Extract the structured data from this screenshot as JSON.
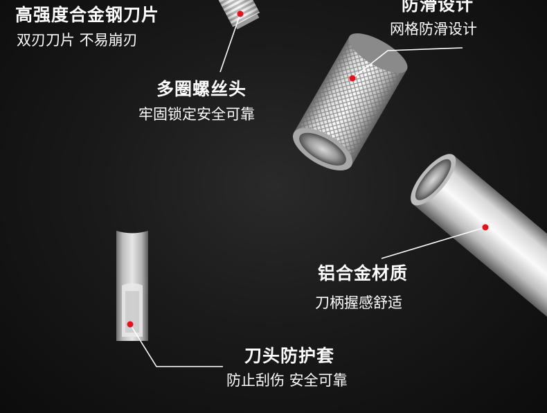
{
  "theme": {
    "background": "#1b1b1b",
    "text": "#ffffff",
    "dot": "#e8101a",
    "leader": "#ffffff"
  },
  "features": {
    "blade": {
      "title": "高强度合金钢刀片",
      "subtitle": "双刃刀片 不易崩刃"
    },
    "grip": {
      "title": "防滑设计",
      "subtitle": "网格防滑设计"
    },
    "thread": {
      "title": "多圈螺丝头",
      "subtitle": "牢固锁定安全可靠"
    },
    "handle": {
      "title": "铝合金材质",
      "subtitle": "刀柄握感舒适"
    },
    "cap": {
      "title": "刀头防护套",
      "subtitle": "防止刮伤 安全可靠"
    }
  }
}
